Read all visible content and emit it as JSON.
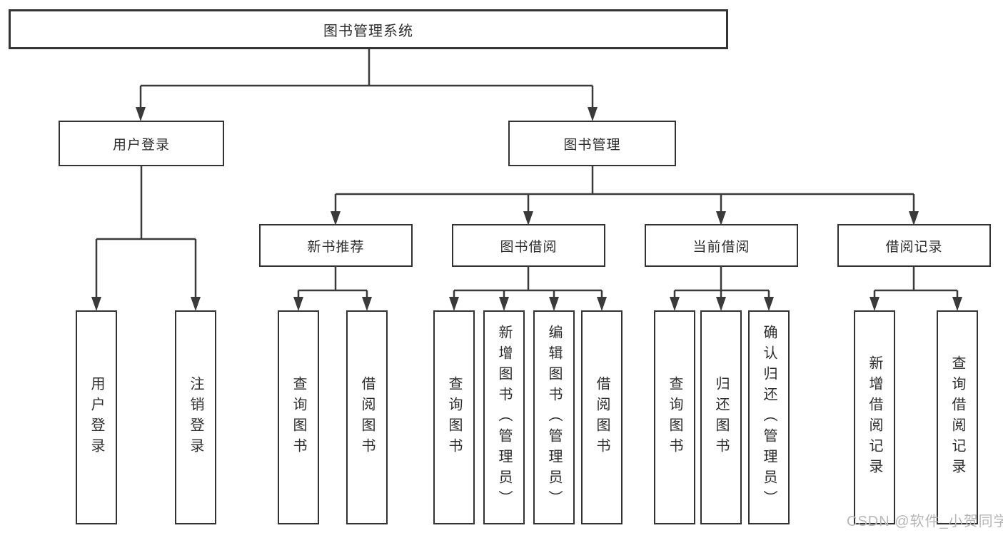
{
  "diagram": {
    "type": "tree",
    "root": {
      "label": "图书管理系统",
      "children": [
        {
          "label": "用户登录",
          "children": [
            {
              "label": "用户登录"
            },
            {
              "label": "注销登录"
            }
          ]
        },
        {
          "label": "图书管理",
          "children": [
            {
              "label": "新书推荐",
              "children": [
                {
                  "label": "查询图书"
                },
                {
                  "label": "借阅图书"
                }
              ]
            },
            {
              "label": "图书借阅",
              "children": [
                {
                  "label": "查询图书"
                },
                {
                  "label": "新增图书（管理员）"
                },
                {
                  "label": "编辑图书（管理员）"
                },
                {
                  "label": "借阅图书"
                }
              ]
            },
            {
              "label": "当前借阅",
              "children": [
                {
                  "label": "查询图书"
                },
                {
                  "label": "归还图书"
                },
                {
                  "label": "确认归还（管理员）"
                }
              ]
            },
            {
              "label": "借阅记录",
              "children": [
                {
                  "label": "新增借阅记录"
                },
                {
                  "label": "查询借阅记录"
                }
              ]
            }
          ]
        }
      ]
    },
    "colors": {
      "line": "#3a3a3a",
      "box_border": "#333333",
      "box_fill": "#ffffff",
      "text": "#2d2d2d",
      "background": "#ffffff",
      "watermark": "#b7b7b7"
    }
  },
  "watermark": {
    "text": "CSDN @软件_小贺同学"
  }
}
